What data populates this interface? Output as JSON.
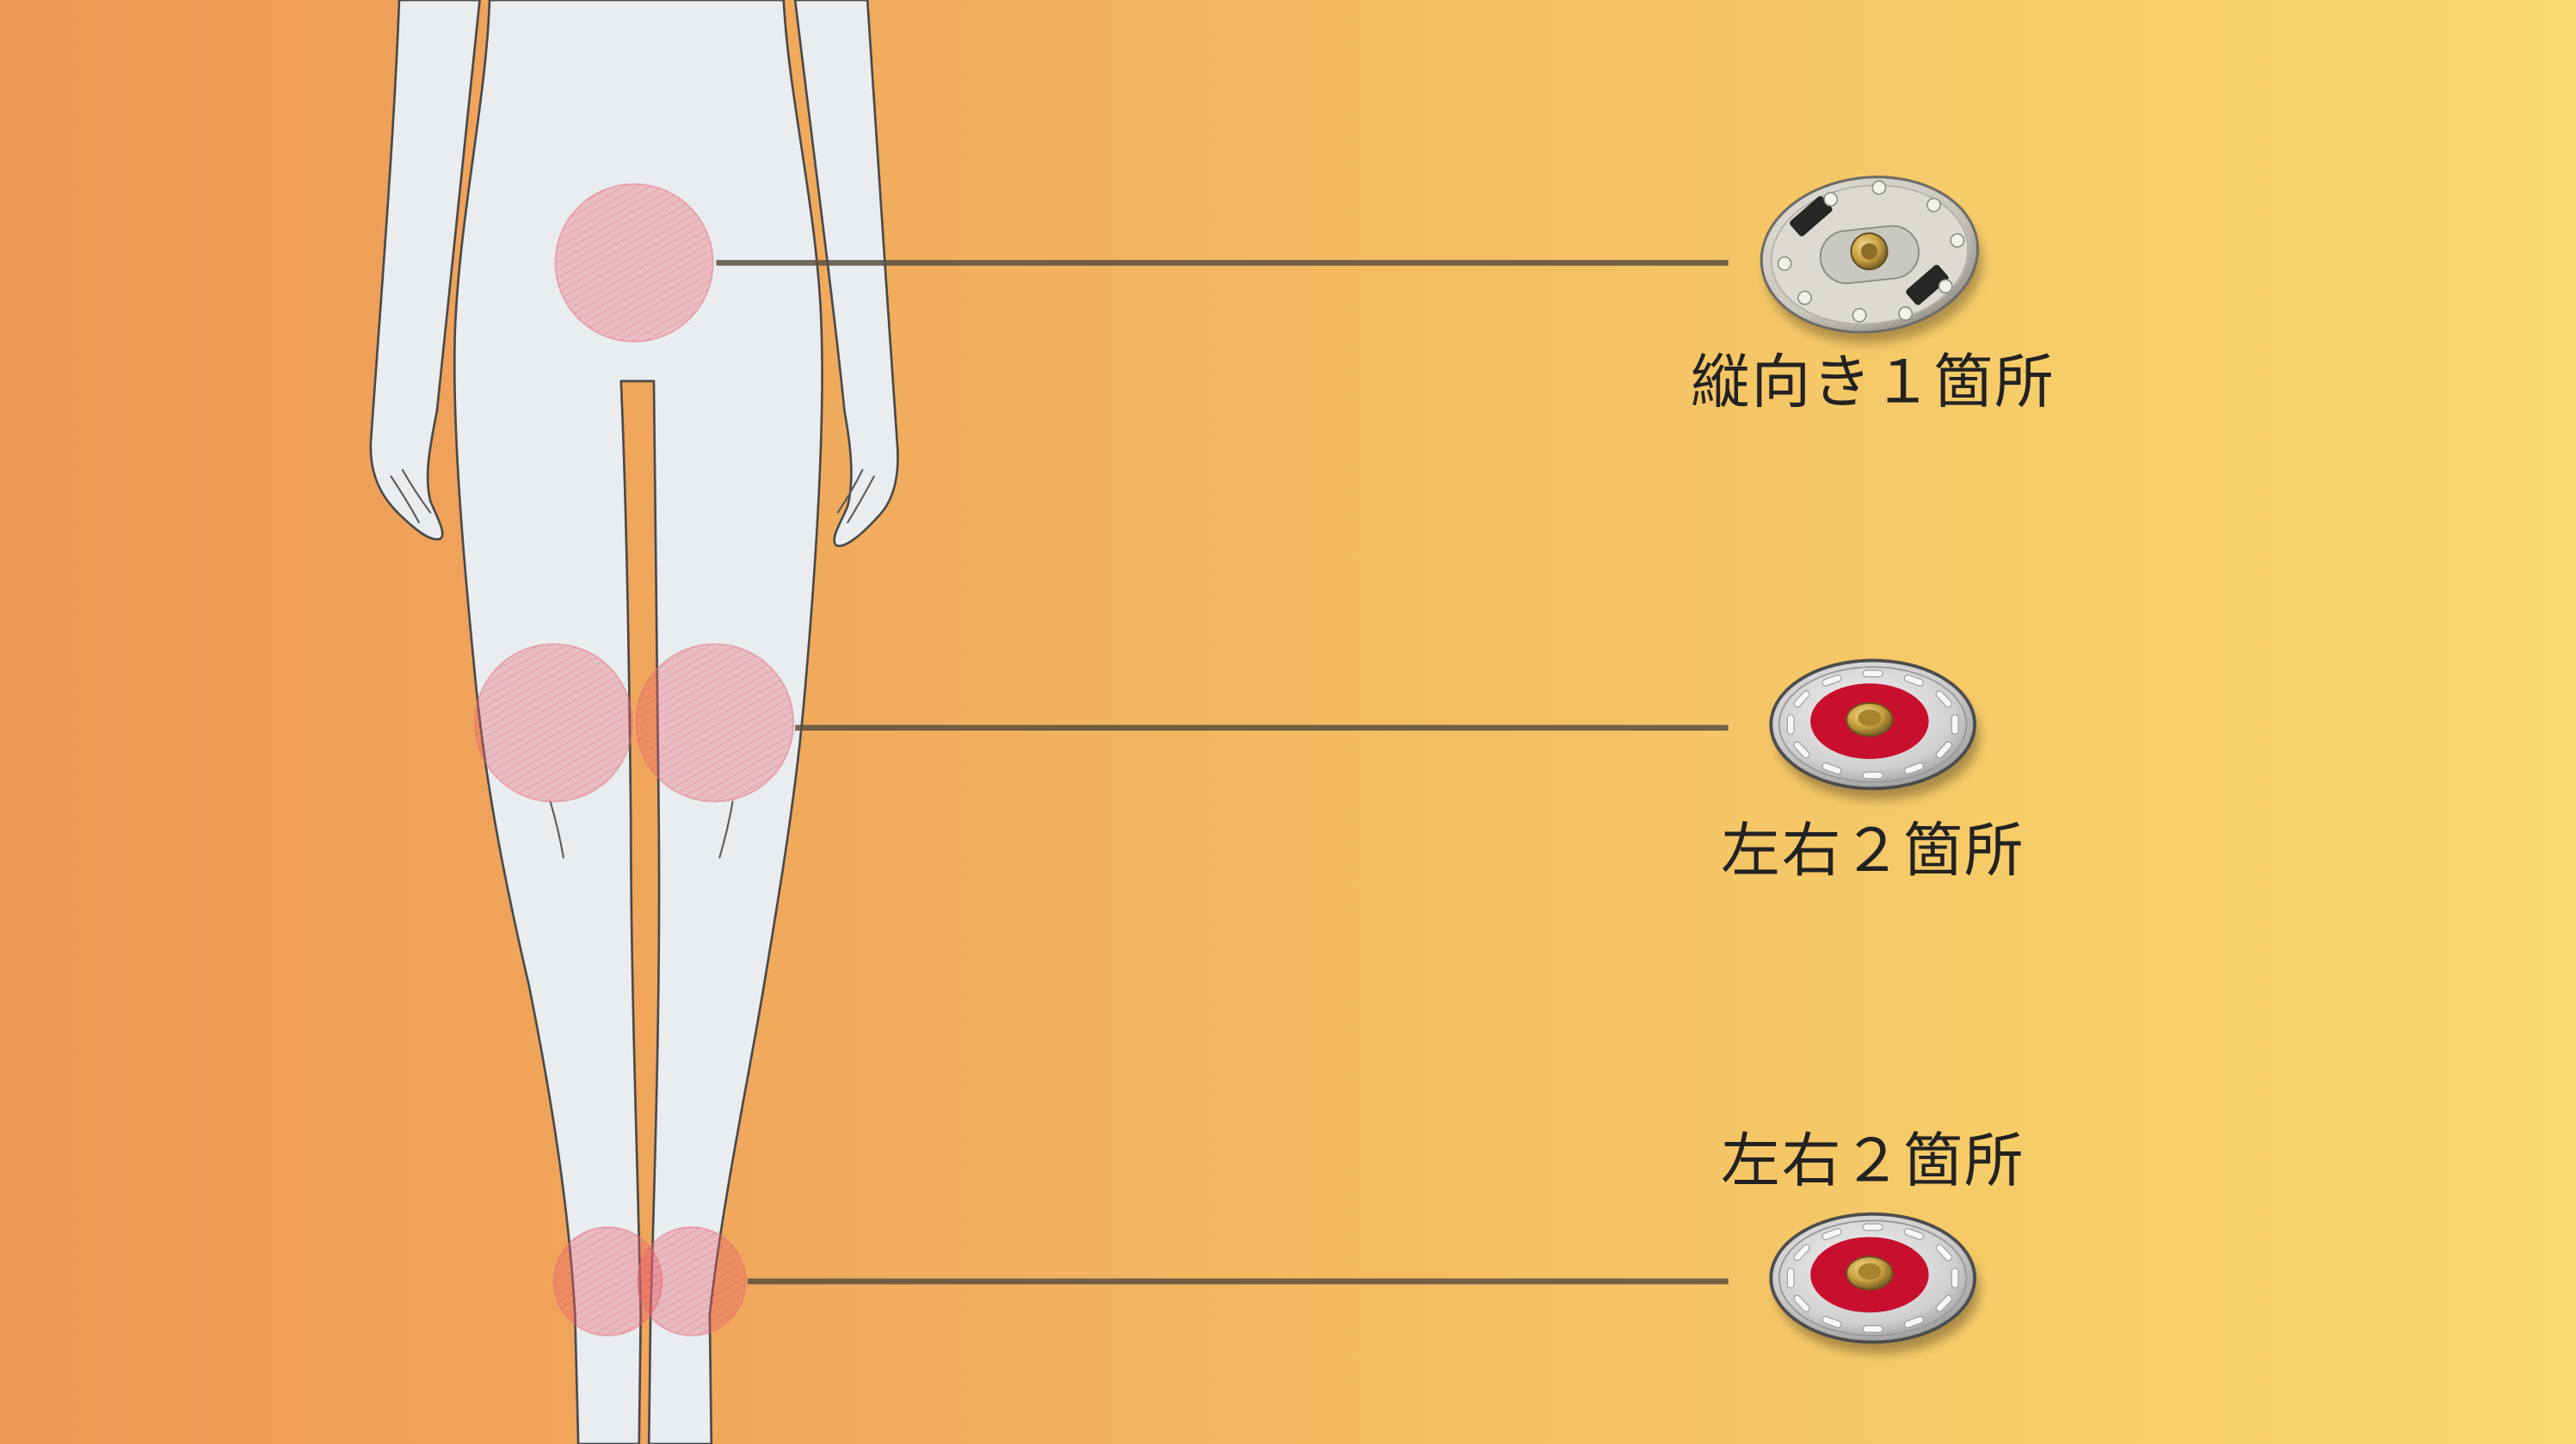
{
  "labels": {
    "hip": "縦向き１箇所",
    "knee": "左右２箇所",
    "calf": "左右２箇所"
  },
  "icons": {
    "figure": "female-lower-body-back-silhouette",
    "hip_device": "oval-electrode-pad",
    "knee_device": "round-electrode-pad",
    "calf_device": "round-electrode-pad"
  },
  "colors": {
    "bg_left": "#EE9956",
    "bg_mid1": "#F1A95C",
    "bg_mid2": "#F4C265",
    "bg_right": "#F8DA6E",
    "label": "#222222",
    "marker": "#E8646F",
    "leader_line": "#5B5040",
    "electrode_red": "#C8102E"
  }
}
